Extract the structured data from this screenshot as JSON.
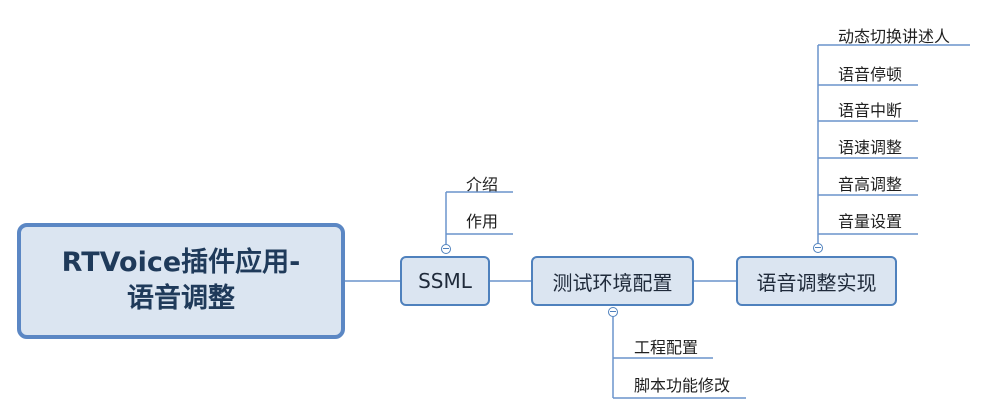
{
  "root": {
    "label": "RTVoice插件应用-\n语音调整"
  },
  "nodes": {
    "ssml": "SSML",
    "test_env": "测试环境配置",
    "voice_impl": "语音调整实现"
  },
  "ssml_children": [
    "介绍",
    "作用"
  ],
  "test_env_children": [
    "工程配置",
    "脚本功能修改"
  ],
  "voice_children": [
    "动态切换讲述人",
    "语音停顿",
    "语音中断",
    "语速调整",
    "音高调整",
    "音量设置"
  ]
}
